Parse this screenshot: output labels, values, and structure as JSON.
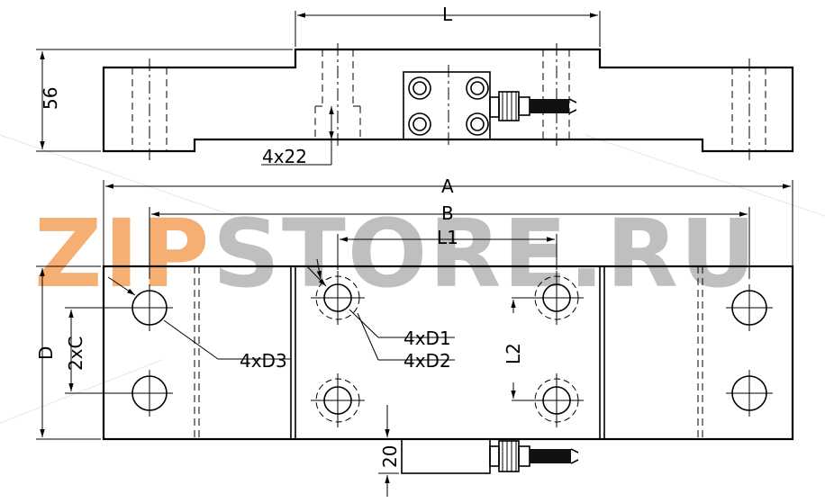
{
  "labels": {
    "L": "L",
    "h56": "56",
    "x4x22": "4x22",
    "A": "A",
    "B": "B",
    "L1": "L1",
    "D": "D",
    "C2x": "2xC",
    "D3": "4xD3",
    "D1": "4xD1",
    "D2": "4xD2",
    "L2": "L2",
    "h20": "20"
  },
  "watermark": {
    "text_orange": "ZIP",
    "text_gray": "STORE.RU",
    "color_orange": "#f5a25a",
    "color_gray": "#b5b5b5"
  }
}
